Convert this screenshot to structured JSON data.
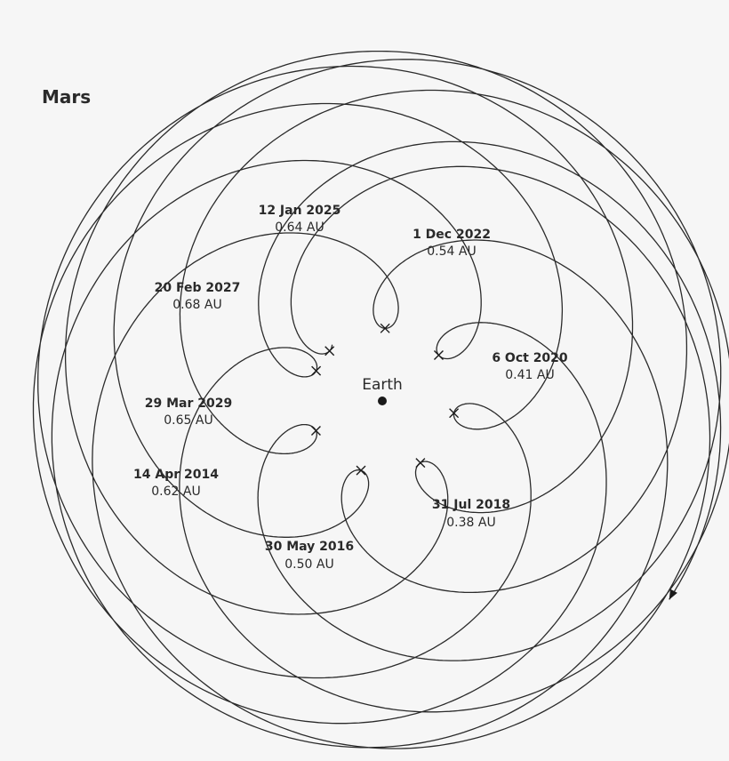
{
  "title": "Mars",
  "center_label": "Earth",
  "oppositions": [
    {
      "date": "14 Apr 2014",
      "distance": "0.62 AU"
    },
    {
      "date": "30 May 2016",
      "distance": "0.50 AU"
    },
    {
      "date": "31 Jul 2018",
      "distance": "0.38 AU"
    },
    {
      "date": "6 Oct 2020",
      "distance": "0.41 AU"
    },
    {
      "date": "1 Dec 2022",
      "distance": "0.54 AU"
    },
    {
      "date": "12 Jan 2025",
      "distance": "0.64 AU"
    },
    {
      "date": "20 Feb 2027",
      "distance": "0.68 AU"
    },
    {
      "date": "29 Mar 2029",
      "distance": "0.65 AU"
    }
  ]
}
